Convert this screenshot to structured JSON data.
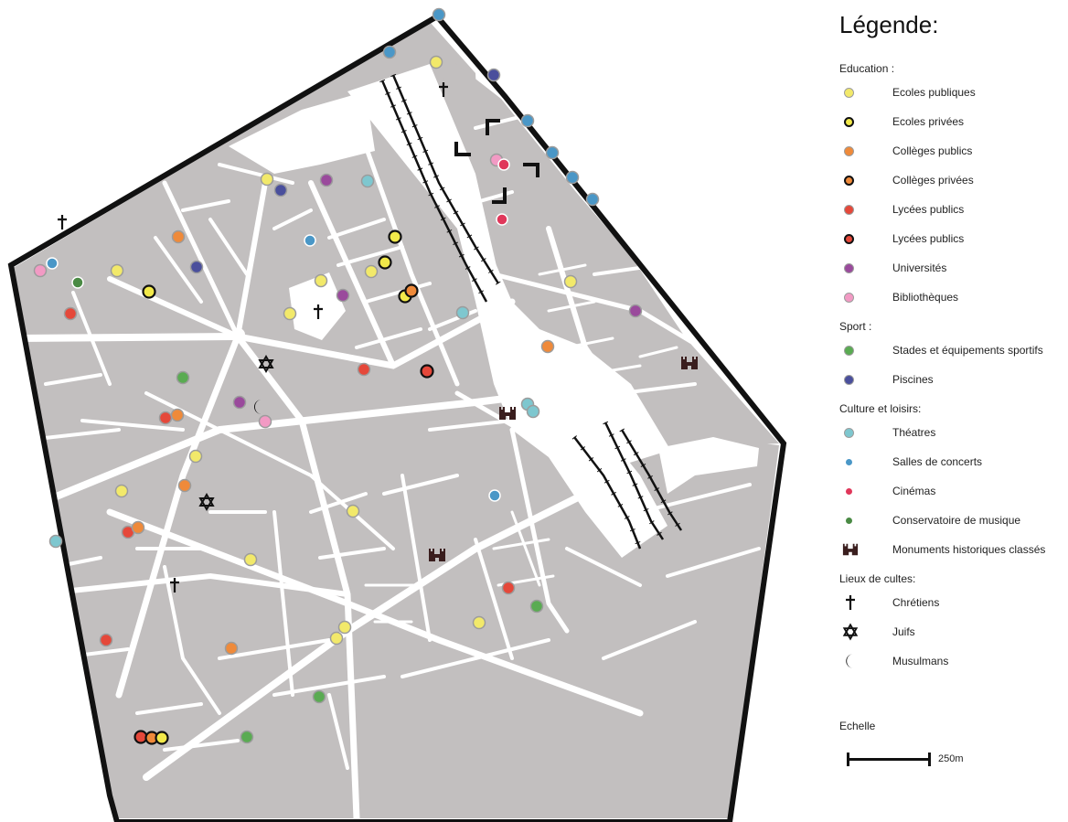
{
  "legend": {
    "title": "Légende:",
    "education": {
      "title": "Education :",
      "items": [
        {
          "label": "Ecoles publiques",
          "fill": "#f2e96a",
          "stroke": "#9c9c9c",
          "icon": "ecole-publique-dot"
        },
        {
          "label": "Ecoles privées",
          "fill": "#f2e94a",
          "stroke": "#111111",
          "icon": "ecole-privee-dot"
        },
        {
          "label": "Collèges publics",
          "fill": "#ef8a3a",
          "stroke": "#9c9c9c",
          "icon": "college-public-dot"
        },
        {
          "label": "Collèges privées",
          "fill": "#ef8a3a",
          "stroke": "#111111",
          "icon": "college-prive-dot"
        },
        {
          "label": "Lycées publics",
          "fill": "#e5483a",
          "stroke": "#9c9c9c",
          "icon": "lycee-public-dot"
        },
        {
          "label": "Lycées publics",
          "fill": "#e5483a",
          "stroke": "#111111",
          "icon": "lycee-prive-dot"
        },
        {
          "label": "Universités",
          "fill": "#9a4a9c",
          "stroke": "#9c9c9c",
          "icon": "universite-dot"
        },
        {
          "label": "Bibliothèques",
          "fill": "#f29ac4",
          "stroke": "#9c9c9c",
          "icon": "bibliotheque-dot"
        }
      ]
    },
    "sport": {
      "title": "Sport :",
      "items": [
        {
          "label": "Stades et équipements sportifs",
          "fill": "#5aab52",
          "stroke": "#9c9c9c",
          "icon": "stade-dot"
        },
        {
          "label": "Piscines",
          "fill": "#4a4f9c",
          "stroke": "#9c9c9c",
          "icon": "piscine-dot"
        }
      ]
    },
    "culture": {
      "title": "Culture et loisirs:",
      "items": [
        {
          "label": "Théatres",
          "fill": "#7ec7cf",
          "stroke": "#9c9c9c",
          "kind": "dot",
          "icon": "theatre-dot"
        },
        {
          "label": "Salles de concerts",
          "fill": "#4a97c7",
          "stroke": "#ffffff",
          "kind": "small",
          "icon": "salle-concert-dot"
        },
        {
          "label": "Cinémas",
          "fill": "#e0375a",
          "stroke": "#ffffff",
          "kind": "small",
          "icon": "cinema-dot"
        },
        {
          "label": "Conservatoire de musique",
          "fill": "#4a8a44",
          "stroke": "#ffffff",
          "kind": "small",
          "icon": "conservatoire-dot"
        },
        {
          "label": "Monuments historiques classés",
          "kind": "castle",
          "icon": "monument-castle-icon"
        }
      ]
    },
    "cultes": {
      "title": "Lieux de cultes:",
      "items": [
        {
          "label": "Chrétiens",
          "kind": "cross",
          "icon": "cross-icon"
        },
        {
          "label": "Juifs",
          "kind": "star",
          "icon": "star-of-david-icon"
        },
        {
          "label": "Musulmans",
          "kind": "crescent",
          "icon": "crescent-icon"
        }
      ]
    },
    "scale": {
      "title": "Echelle",
      "label": "250m"
    }
  },
  "colors": {
    "block": "#c2bfbf",
    "road": "#ffffff",
    "border": "#111111",
    "rail": "#111111",
    "monument": "#3a1e1e"
  }
}
